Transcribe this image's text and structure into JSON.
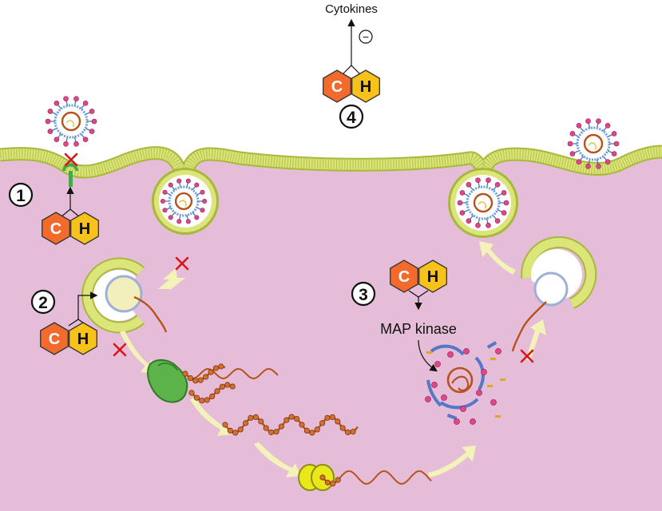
{
  "labels": {
    "cytokines": "Cytokines",
    "inhibit_sign": "−",
    "map_kinase": "MAP kinase"
  },
  "steps": {
    "one": "1",
    "two": "2",
    "three": "3",
    "four": "4"
  },
  "drug_pair": {
    "left": "C",
    "right": "H"
  },
  "colors": {
    "cytoplasm": "#e5bdd8",
    "membrane": "#dbe57a",
    "membrane_edge": "#a8b83a",
    "hex_c": "#f26b2c",
    "hex_h": "#f7c21a",
    "rna": "#b7521c",
    "ribosome": "#e8e81a",
    "block_x": "#d8171c",
    "arrow": "#f3f2b8",
    "virus_spike": "#e0478a"
  }
}
